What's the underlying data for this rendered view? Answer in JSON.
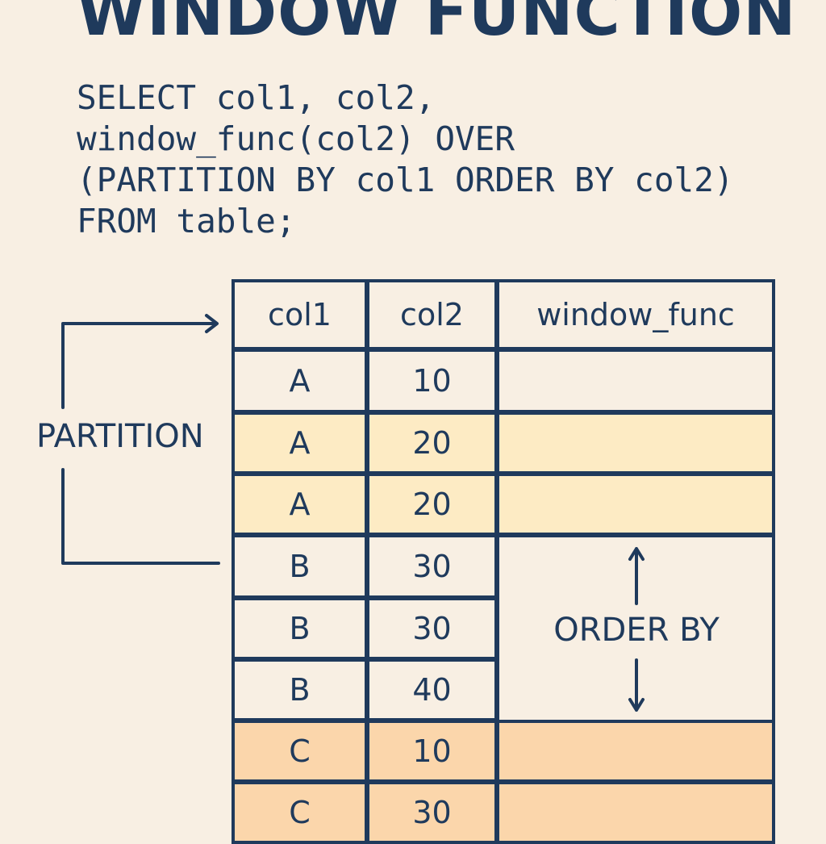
{
  "title": "WINDOW FUNCTION",
  "code_lines": [
    "SELECT col1, col2,",
    "window_func(col2) OVER",
    "(PARTITION BY col1 ORDER BY col2)",
    "FROM table;"
  ],
  "table": {
    "headers": [
      "col1",
      "col2",
      "window_func"
    ],
    "rows": [
      {
        "col1": "A",
        "col2": "10"
      },
      {
        "col1": "A",
        "col2": "20"
      },
      {
        "col1": "A",
        "col2": "20"
      },
      {
        "col1": "B",
        "col2": "30"
      },
      {
        "col1": "B",
        "col2": "30"
      },
      {
        "col1": "B",
        "col2": "40"
      },
      {
        "col1": "C",
        "col2": "10"
      },
      {
        "col1": "C",
        "col2": "30"
      }
    ]
  },
  "annotations": {
    "partition_label": "PARTITION",
    "order_by_label": "ORDER BY"
  },
  "colors": {
    "background": "#f8efe3",
    "ink": "#1f3a5c",
    "highlight_yellow": "#fdebc4",
    "highlight_orange": "#fbd6ab"
  }
}
